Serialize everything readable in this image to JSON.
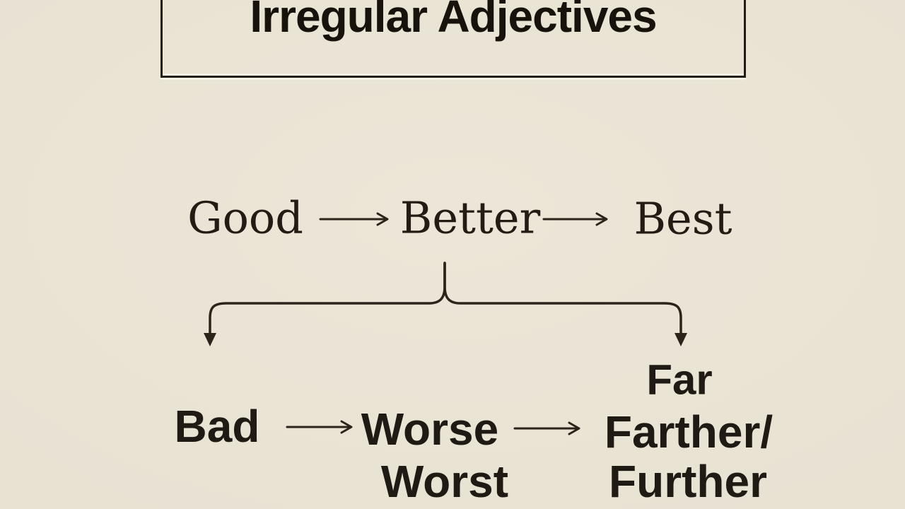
{
  "title": {
    "text": "Irregular Adjectives"
  },
  "labels": {
    "good": "Good",
    "better": "Better",
    "best": "Best",
    "bad": "Bad",
    "worse": "Worse",
    "worst": "Worst",
    "far": "Far",
    "farther": "Farther/",
    "further": "Further"
  },
  "icons": {
    "row1_arrow_1": "arrow-right-icon",
    "row1_arrow_2": "arrow-right-icon",
    "row2_arrow_1": "arrow-right-icon",
    "row2_arrow_2": "arrow-right-icon",
    "branch": "branch-split-down-arrows-icon"
  },
  "colors": {
    "background": "#e8e2d3",
    "ink": "#221c14",
    "line": "#2a241b",
    "box_border": "#221c12"
  }
}
